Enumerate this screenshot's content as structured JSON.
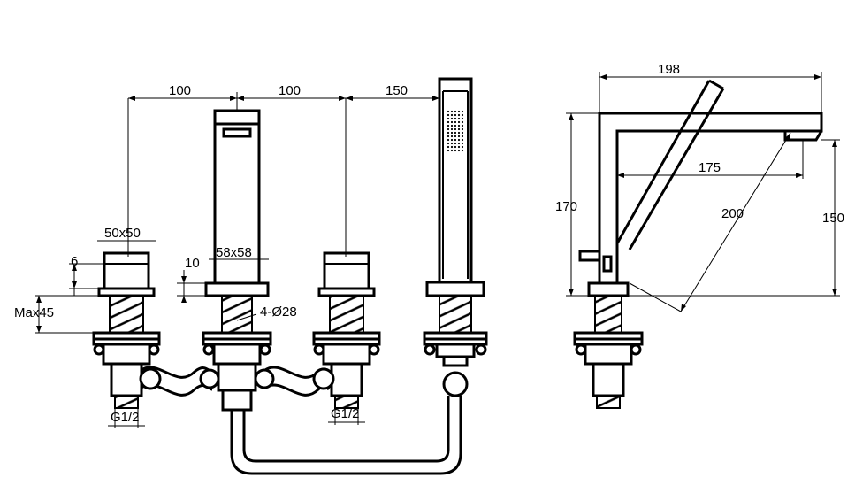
{
  "front_view": {
    "dim_100_left": "100",
    "dim_100_right": "100",
    "dim_150": "150",
    "label_50x50": "50x50",
    "label_58x58": "58x58",
    "label_6": "6",
    "label_10": "10",
    "label_max45": "Max45",
    "label_4_d28": "4-Ø28",
    "label_g12_left": "G1/2",
    "label_g12_right": "G1/2"
  },
  "side_view": {
    "dim_198": "198",
    "dim_175": "175",
    "dim_170": "170",
    "dim_200": "200",
    "dim_150": "150"
  }
}
